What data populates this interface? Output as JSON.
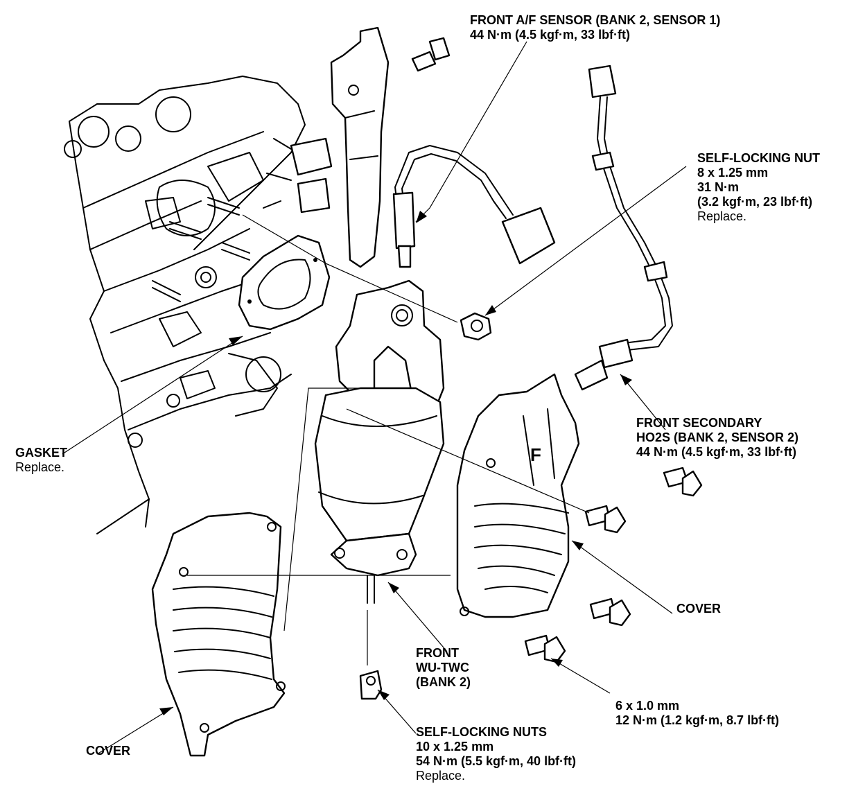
{
  "colors": {
    "line": "#000000",
    "background": "#ffffff"
  },
  "labels": {
    "af_sensor": {
      "line1": "FRONT A/F SENSOR (BANK 2, SENSOR 1)",
      "line2": "44 N·m (4.5 kgf·m, 33 lbf·ft)"
    },
    "self_locking_nut": {
      "line1": "SELF-LOCKING NUT",
      "line2": "8 x 1.25 mm",
      "line3": "31 N·m",
      "line4": "(3.2 kgf·m, 23 lbf·ft)",
      "line5": "Replace."
    },
    "secondary_ho2s": {
      "line1": "FRONT SECONDARY",
      "line2": "HO2S (BANK 2, SENSOR 2)",
      "line3": "44 N·m (4.5 kgf·m, 33 lbf·ft)"
    },
    "gasket": {
      "line1": "GASKET",
      "line2": "Replace."
    },
    "cover_right": {
      "line1": "COVER"
    },
    "front_twc": {
      "line1": "FRONT",
      "line2": "WU-TWC",
      "line3": "(BANK 2)"
    },
    "bolt": {
      "line1": "6 x 1.0 mm",
      "line2": "12 N·m (1.2 kgf·m, 8.7 lbf·ft)"
    },
    "self_locking_nuts": {
      "line1": "SELF-LOCKING NUTS",
      "line2": "10 x 1.25 mm",
      "line3": "54 N·m (5.5 kgf·m, 40 lbf·ft)",
      "line4": "Replace."
    },
    "cover_left": {
      "line1": "COVER"
    }
  },
  "parts": {
    "heat_shield_mark": "F"
  }
}
